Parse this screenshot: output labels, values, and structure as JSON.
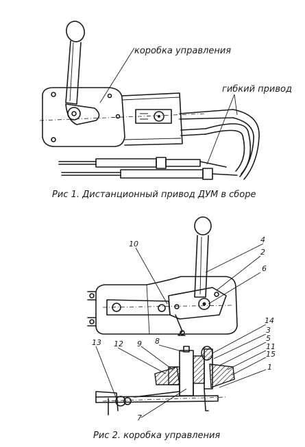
{
  "figure1": {
    "caption": "Рис 1. Дистанционный привод ДУМ в сборе",
    "label_control_box": "коробка управления",
    "label_flexible_drive": "гибкий привод"
  },
  "figure2": {
    "caption": "Рис 2. коробка управления",
    "callouts": {
      "c1": "1",
      "c2": "2",
      "c3": "3",
      "c4": "4",
      "c5": "5",
      "c6": "6",
      "c7": "7",
      "c8": "8",
      "c9": "9",
      "c10": "10",
      "c11": "11",
      "c12": "12",
      "c13": "13",
      "c14": "14",
      "c15": "15"
    }
  }
}
